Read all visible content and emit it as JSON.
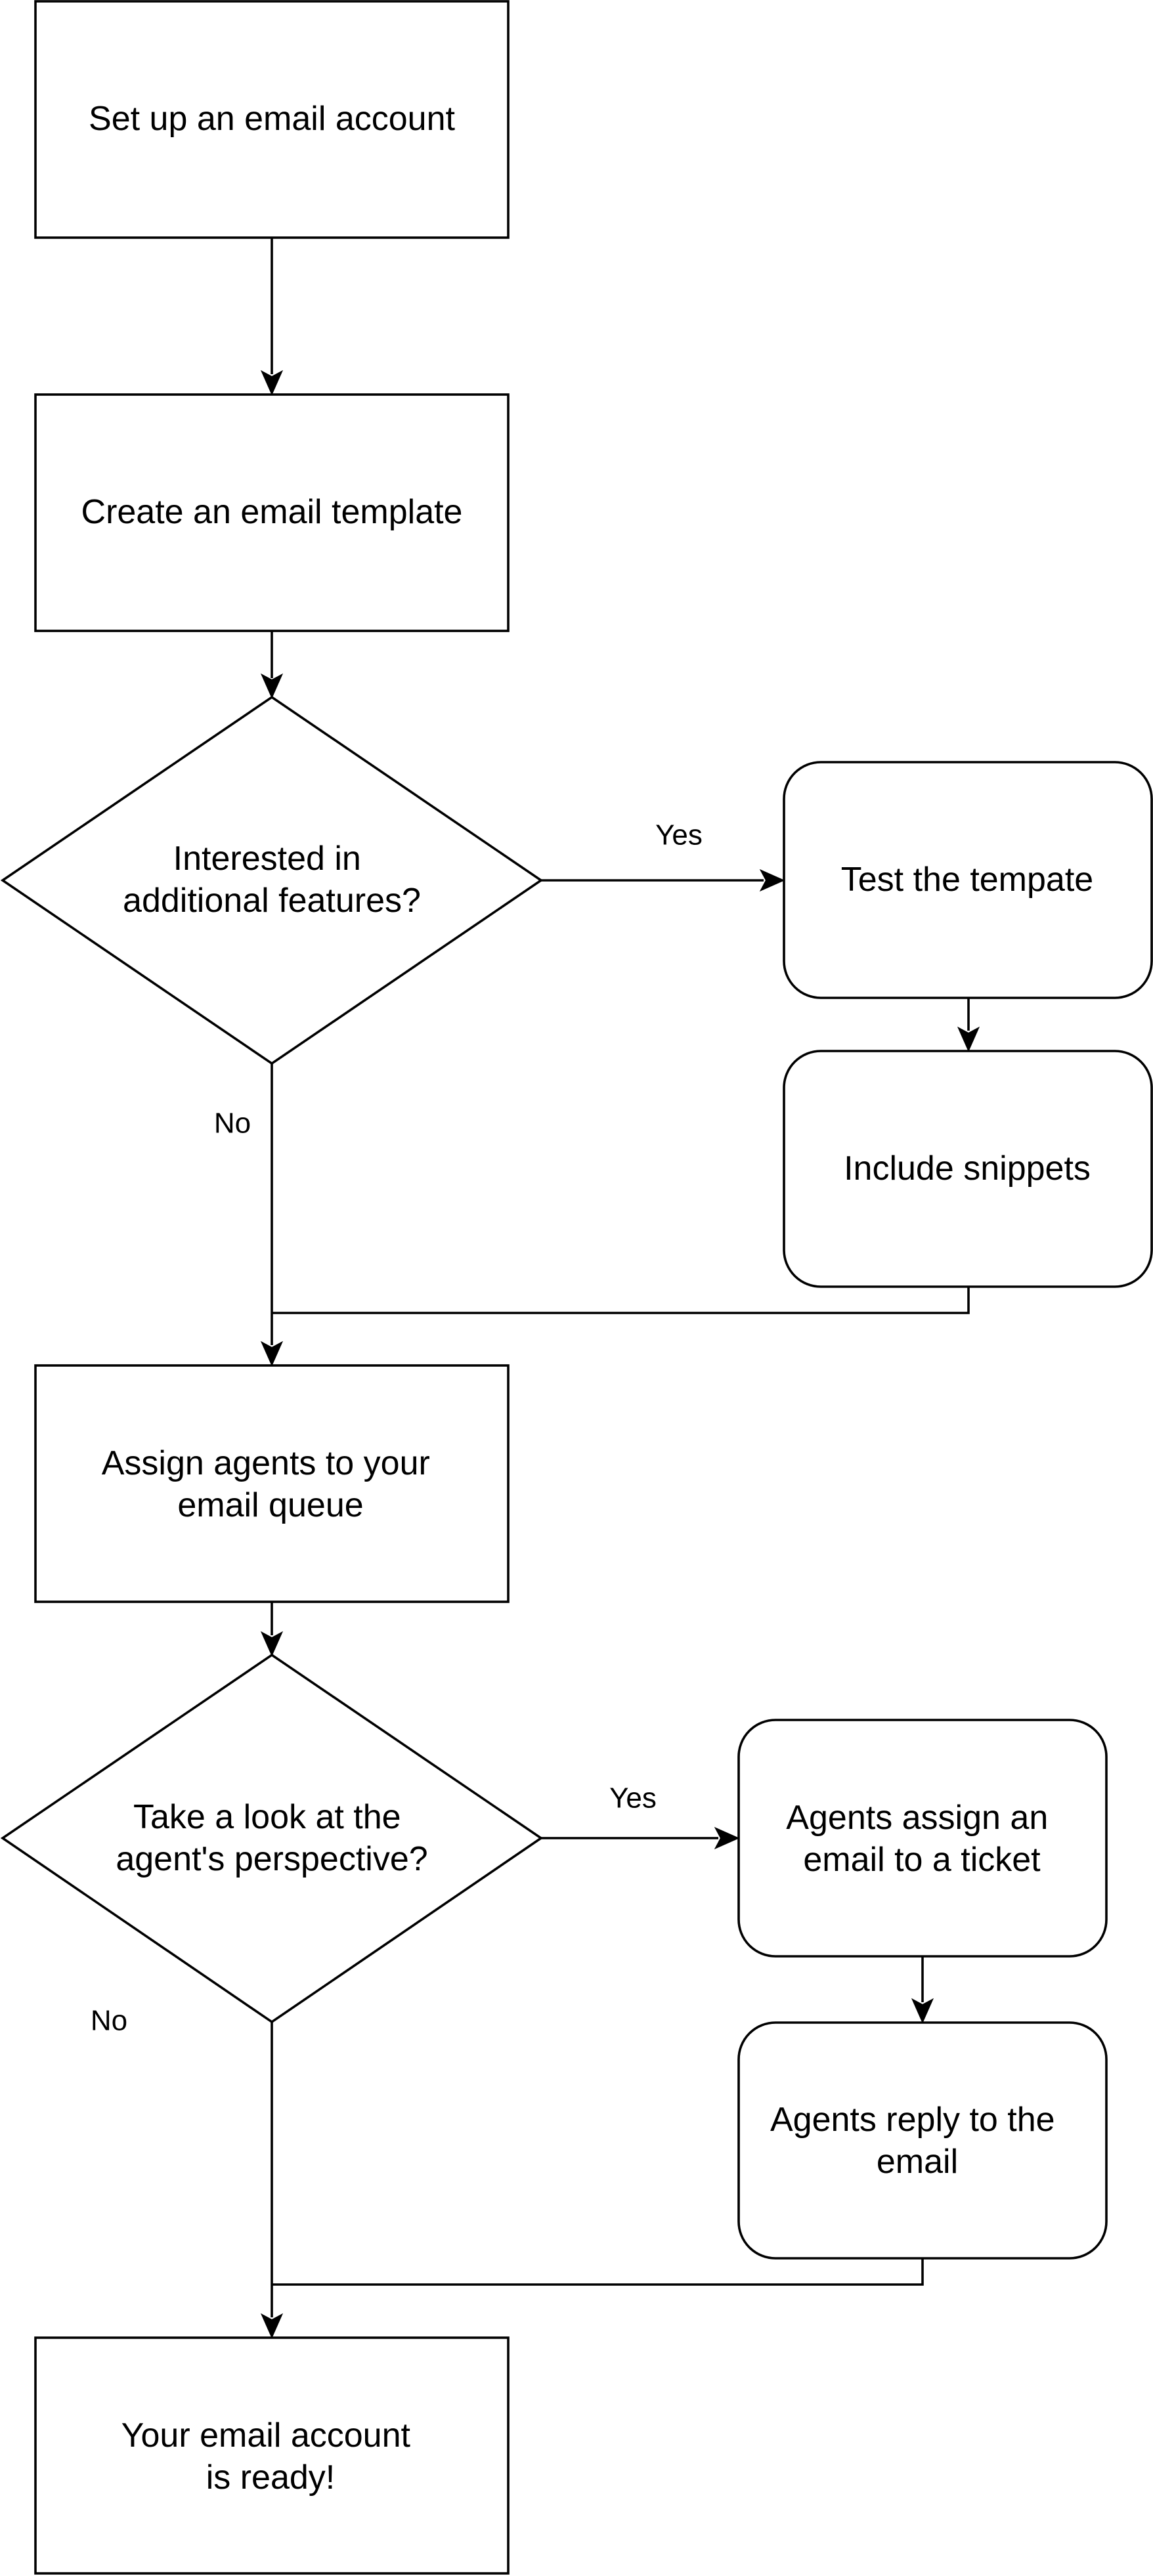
{
  "diagram": {
    "type": "flowchart",
    "nodes": {
      "setup_account": {
        "shape": "rectangle",
        "lines": [
          "Set up an email account"
        ]
      },
      "create_template": {
        "shape": "rectangle",
        "lines": [
          "Create an email template"
        ]
      },
      "decision_features": {
        "shape": "diamond",
        "lines": [
          "Interested in",
          "additional features?"
        ]
      },
      "test_template": {
        "shape": "rounded-rectangle",
        "lines": [
          "Test the tempate"
        ]
      },
      "include_snippets": {
        "shape": "rounded-rectangle",
        "lines": [
          "Include snippets"
        ]
      },
      "assign_agents": {
        "shape": "rectangle",
        "lines": [
          "Assign agents to your",
          "email queue"
        ]
      },
      "decision_perspective": {
        "shape": "diamond",
        "lines": [
          "Take a look at the",
          "agent's perspective?"
        ]
      },
      "agents_assign": {
        "shape": "rounded-rectangle",
        "lines": [
          "Agents assign an",
          "email to a ticket"
        ]
      },
      "agents_reply": {
        "shape": "rounded-rectangle",
        "lines": [
          "Agents reply to the",
          "email"
        ]
      },
      "account_ready": {
        "shape": "rectangle",
        "lines": [
          "Your email account",
          "is ready!"
        ]
      }
    },
    "edges": {
      "setup_to_template": {
        "from": "setup_account",
        "to": "create_template",
        "label": ""
      },
      "template_to_decision": {
        "from": "create_template",
        "to": "decision_features",
        "label": ""
      },
      "features_yes": {
        "from": "decision_features",
        "to": "test_template",
        "label": "Yes"
      },
      "test_to_snippets": {
        "from": "test_template",
        "to": "include_snippets",
        "label": ""
      },
      "features_no": {
        "from": "decision_features",
        "to": "assign_agents",
        "label": "No"
      },
      "snippets_to_assign": {
        "from": "include_snippets",
        "to": "assign_agents",
        "label": ""
      },
      "assign_to_decision": {
        "from": "assign_agents",
        "to": "decision_perspective",
        "label": ""
      },
      "perspective_yes": {
        "from": "decision_perspective",
        "to": "agents_assign",
        "label": "Yes"
      },
      "assign_to_reply": {
        "from": "agents_assign",
        "to": "agents_reply",
        "label": ""
      },
      "perspective_no": {
        "from": "decision_perspective",
        "to": "account_ready",
        "label": "No"
      },
      "reply_to_ready": {
        "from": "agents_reply",
        "to": "account_ready",
        "label": ""
      }
    }
  }
}
